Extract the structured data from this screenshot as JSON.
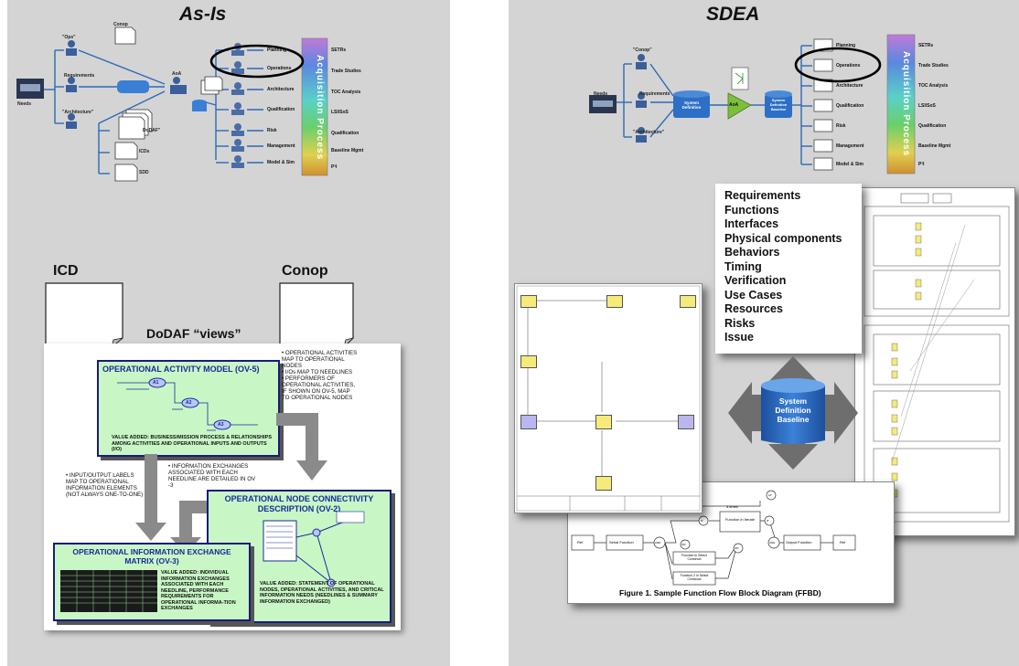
{
  "left": {
    "title": "As-Is",
    "flow": {
      "needs": "Needs",
      "ops": "\"Ops\"",
      "conop": "Conop",
      "requirements": "Requirements",
      "architecture": "\"Architecture\"",
      "aoa": "AoA",
      "dodaf": "DoDAF\"",
      "icds": "ICDs",
      "sdd": "SDD",
      "process_items": [
        "Planning",
        "Operations",
        "Architecture",
        "Qualification",
        "Risk",
        "Management",
        "Model & Sim"
      ],
      "acquisition_label": "Acquisition Process",
      "acq_items": [
        "SETRs",
        "Trade Studies",
        "TOC Analysis",
        "LSI/SoS",
        "Qualification",
        "Baseline Mgmt",
        "P³I"
      ]
    },
    "icd_label": "ICD",
    "conop_label": "Conop",
    "dodaf_views": "DoDAF “views”",
    "ov5": {
      "title": "OPERATIONAL ACTIVITY MODEL (OV-5)",
      "nodes": [
        "A1",
        "A2",
        "A3"
      ],
      "value": "VALUE ADDED: BUSINESS/MISSION PROCESS & RELATIONSHIPS AMONG ACTIVITIES AND OPERATIONAL INPUTS AND OUTPUTS (I/O)"
    },
    "bullets_right": [
      "• OPERATIONAL ACTIVITIES MAP TO OPERATIONAL NODES",
      "• I/Os MAP TO NEEDLINES",
      "• PERFORMERS OF OPERATIONAL ACTIVITIES, IF SHOWN ON OV-5, MAP TO OPERATIONAL NODES"
    ],
    "bullet_left": "• INPUT/OUTPUT LABELS MAP TO OPERATIONAL INFORMATION ELEMENTS (NOT ALWAYS ONE-TO-ONE)",
    "bullet_mid": "• INFORMATION EXCHANGES ASSOCIATED WITH EACH NEEDLINE ARE DETAILED IN OV -3",
    "ov2": {
      "title": "OPERATIONAL NODE CONNECTIVITY DESCRIPTION (OV-2)",
      "value": "VALUE ADDED: STATEMENT OF OPERATIONAL NODES, OPERATIONAL ACTIVITIES, AND CRITICAL INFORMATION NEEDS (NEEDLINES & SUMMARY INFORMATION EXCHANGED)"
    },
    "ov3": {
      "title": "OPERATIONAL INFORMATION EXCHANGE MATRIX (OV-3)",
      "value": "VALUE ADDED: INDIVIDUAL INFORMATION EXCHANGES ASSOCIATED WITH EACH NEEDLINE, PERFORMANCE REQUIREMENTS FOR OPERATIONAL INFORMA-TION EXCHANGES"
    }
  },
  "right": {
    "title": "SDEA",
    "flow": {
      "needs": "Needs",
      "conop": "\"Conop\"",
      "requirements": "Requirements",
      "architecture": "\"Architecture\"",
      "system_definition": "System Definition",
      "aoa": "AoA",
      "baseline": "System Definition Baseline",
      "process_items": [
        "Planning",
        "Operations",
        "Architecture",
        "Qualification",
        "Risk",
        "Management",
        "Model & Sim"
      ],
      "acquisition_label": "Acquisition Process",
      "acq_items": [
        "SETRs",
        "Trade Studies",
        "TOC Analysis",
        "LSI/SoS",
        "Qualification",
        "Baseline Mgmt",
        "P³I"
      ]
    },
    "list": [
      "Requirements",
      "Functions",
      "Interfaces",
      "Physical components",
      "Behaviors",
      "Timing",
      "Verification",
      "Use Cases",
      "Resources",
      "Risks",
      "Issue"
    ],
    "cylinder": [
      "System",
      "Definition",
      "Baseline"
    ],
    "ffbd": {
      "caption": "Figure 1.  Sample Function Flow Block Diagram (FFBD)",
      "ref": "Ref",
      "serial": "Serial Function",
      "output": "Output Function",
      "times": "3 times",
      "fn_iterate": "Function in Iterate",
      "fn_select1": "Function in Select Construct",
      "fn_select2": "Function 2 in Select Construct",
      "and": "AND",
      "or": "OR",
      "it": "IT",
      "lp": "LP"
    }
  },
  "colors": {
    "panel_bg": "#d4d4d4",
    "ov_green": "#c8f7c5",
    "ov_title": "#1a2a99",
    "cyl_blue": "#2d6fc4",
    "aoa_green": "#7cbf3a",
    "node_yellow": "#f5ea7a",
    "node_purple": "#bcb6ee"
  }
}
